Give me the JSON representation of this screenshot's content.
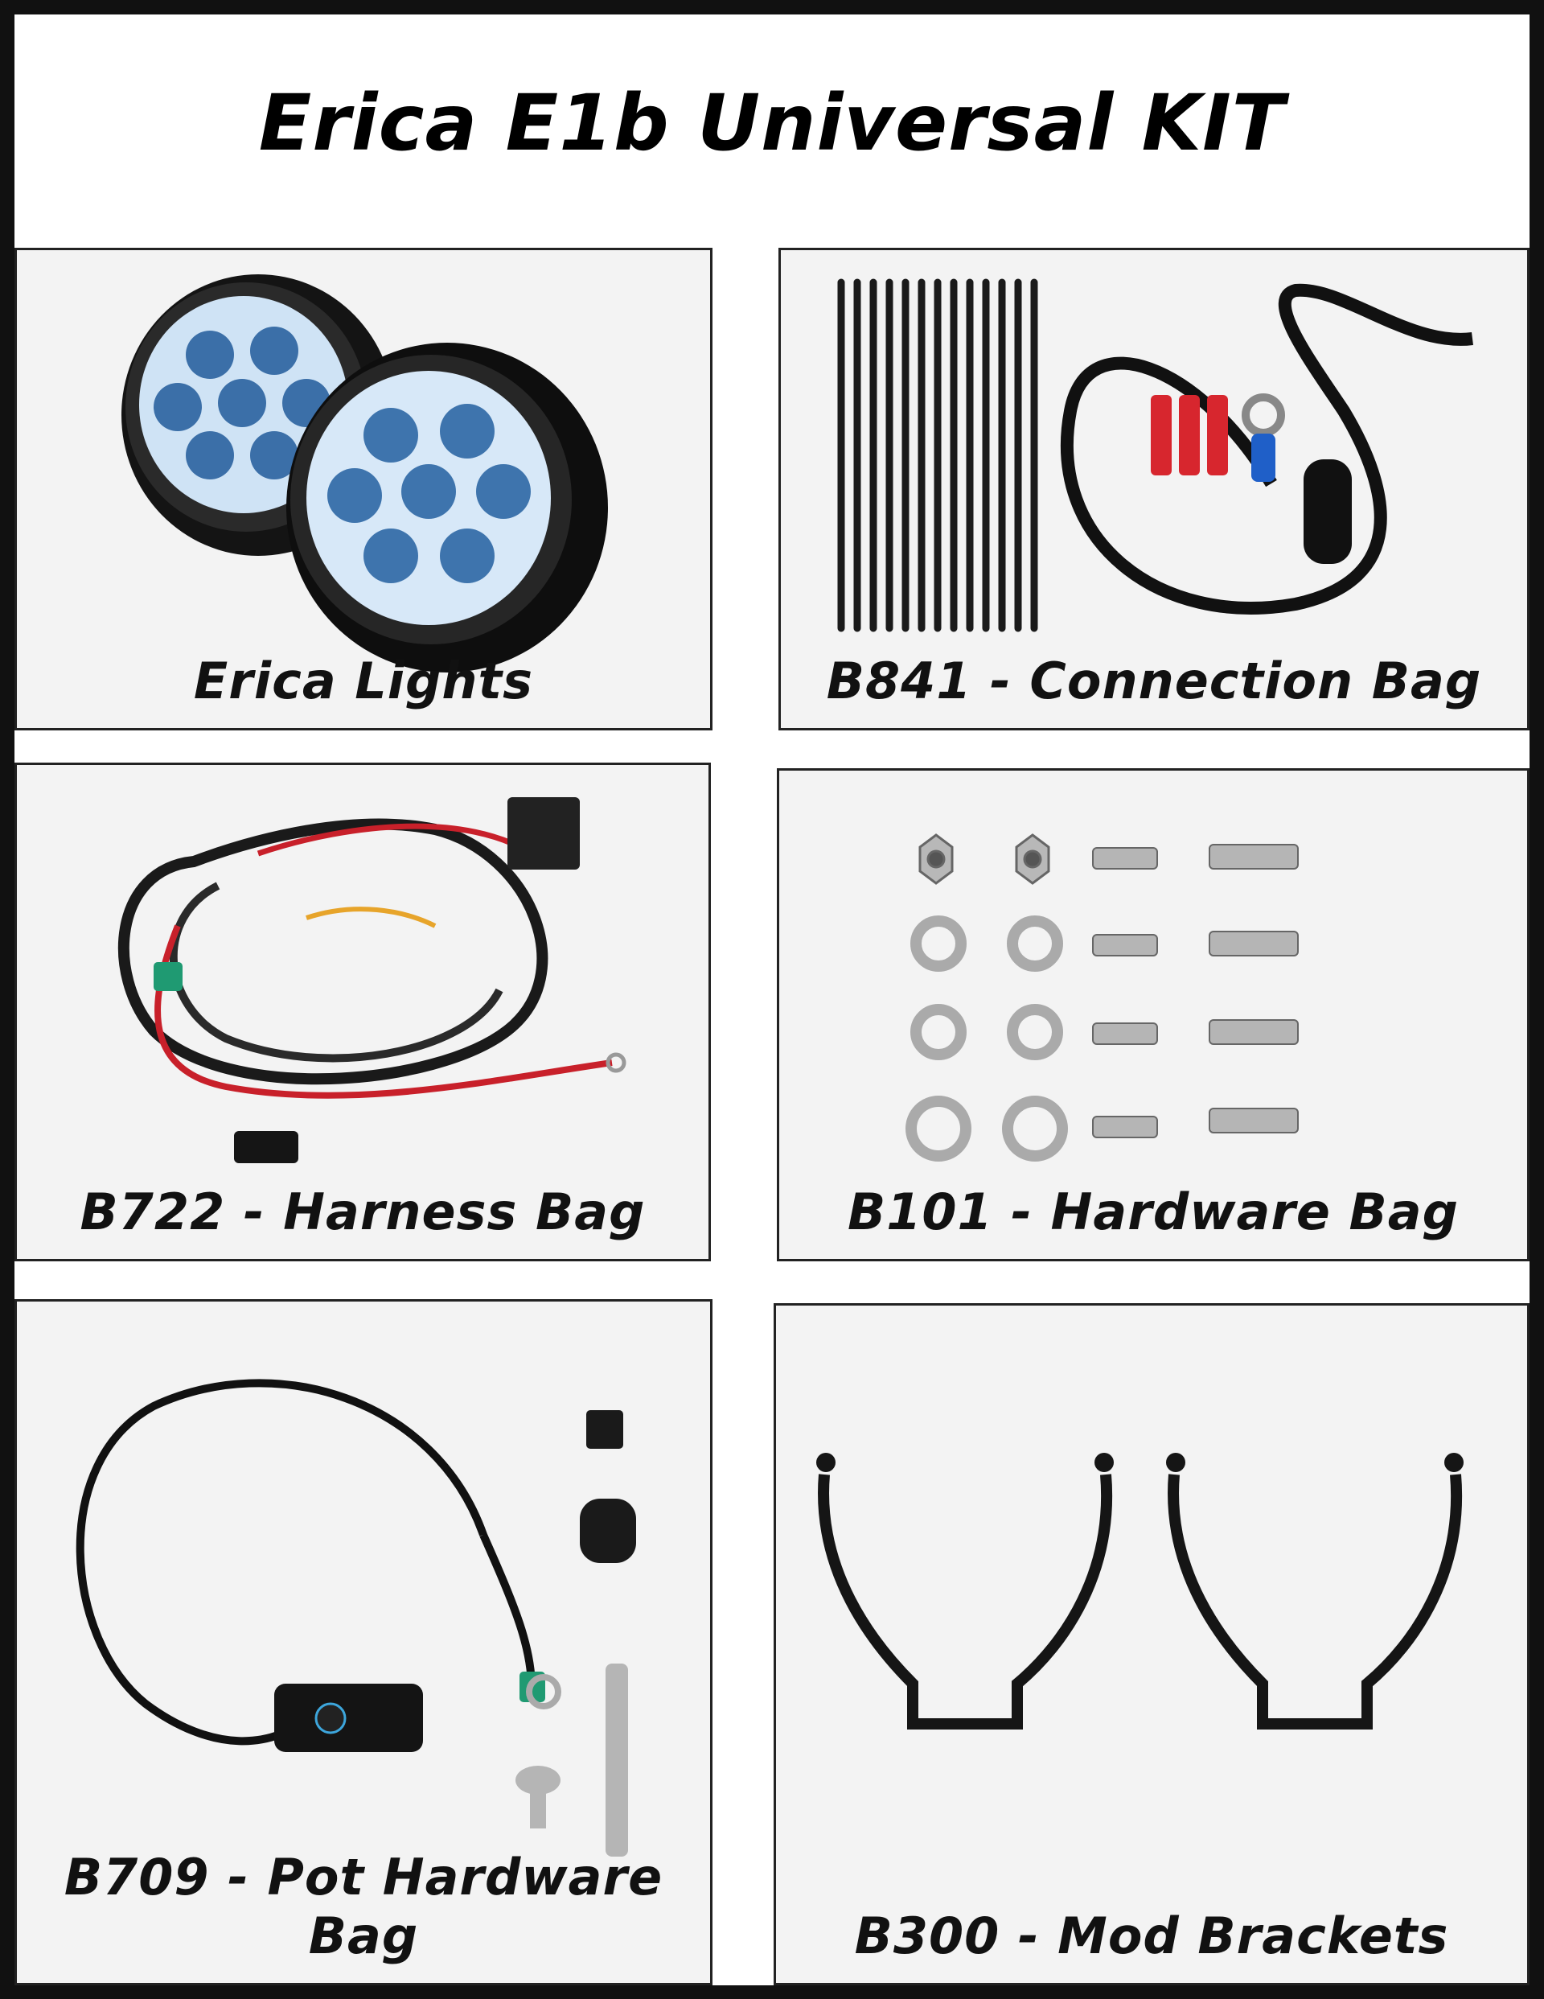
{
  "page_title": "Erica E1b Universal KIT",
  "panels": [
    {
      "caption": "Erica Lights"
    },
    {
      "caption": "B841 - Connection Bag"
    },
    {
      "caption": "B722 - Harness Bag"
    },
    {
      "caption": "B101 - Hardware Bag"
    },
    {
      "caption": "B709 - Pot Hardware Bag"
    },
    {
      "caption": "B300 - Mod Brackets"
    }
  ],
  "colors": {
    "frame": "#111111",
    "panel_bg": "#f3f3f3",
    "caption": "#111111",
    "wire_red": "#c8202a",
    "connector_green": "#1f9a72"
  }
}
